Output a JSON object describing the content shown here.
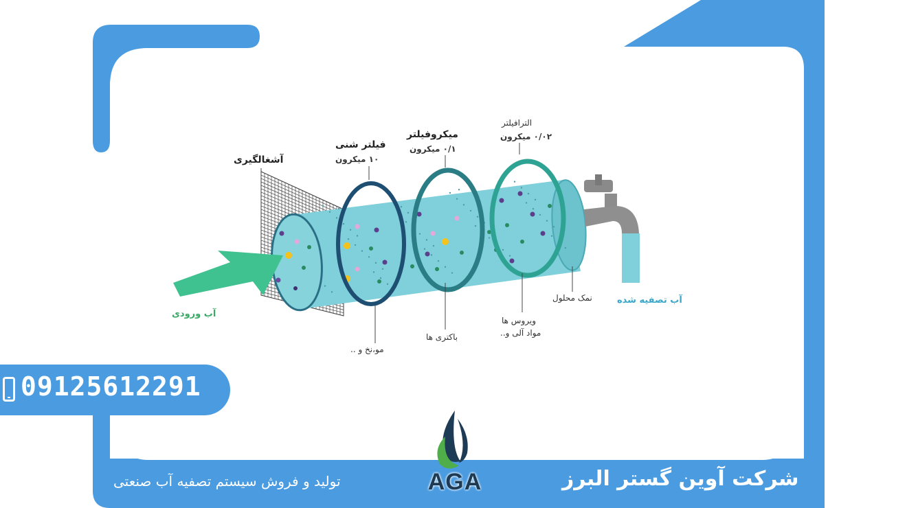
{
  "labels": {
    "screen": "آشغالگیری",
    "sand_filter_title": "فیلتر شنی",
    "sand_filter_size": "۱۰ میکرون",
    "microfilter_title": "میکروفیلتر",
    "microfilter_size": "۰/۱ میکرون",
    "ultrafilter_title": "الترافیلتر",
    "ultrafilter_size": "۰/۰۲ میکرون",
    "inlet_water": "آب ورودی",
    "purified_water": "آب تصفیه شده",
    "dissolved_salt": "نمک محلول",
    "viruses_line1": "ویروس ها",
    "viruses_line2": "مواد آلی و..",
    "bacteria": "باکتری ها",
    "hair": "مو،نخ و .."
  },
  "contact": {
    "phone": "09125612291",
    "icon": "mobile-phone-icon"
  },
  "footer": {
    "company_name": "شرکت آوین گستر البرز",
    "slogan": "تولید و فروش سیستم تصفیه آب صنعتی",
    "logo_text": "AGA",
    "logo_icon": "water-drop-leaf-icon"
  },
  "colors": {
    "frame_blue": "#4a9be0",
    "ring_navy": "#1e4f73",
    "ring_teal": "#2a8b86",
    "ring_green": "#2ea394",
    "water": "#7fd0da",
    "arrow_green": "#3fc190",
    "brand_navy": "#1d3b55",
    "brand_green": "#4fae4a"
  }
}
